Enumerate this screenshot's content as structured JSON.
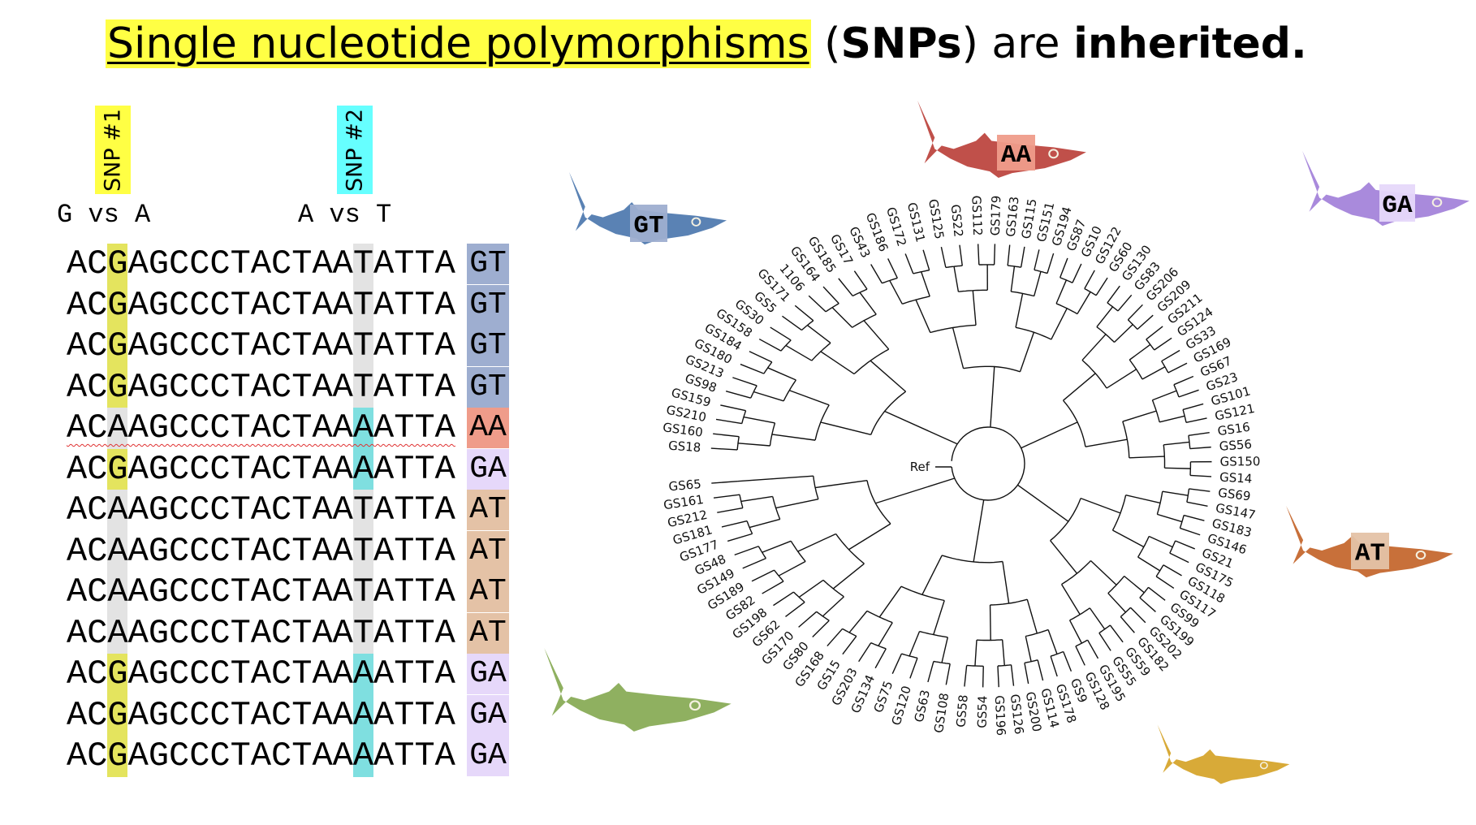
{
  "title": {
    "highlighted": "Single nucleotide polymorphisms",
    "middle_open": " (",
    "snps": "SNPs",
    "middle_close": ") are ",
    "end": "inherited."
  },
  "snp_tags": [
    {
      "label": "SNP #1",
      "color": "#ffff44"
    },
    {
      "label": "SNP #2",
      "color": "#66ffff"
    }
  ],
  "comparisons": [
    "G vs A",
    "A vs T"
  ],
  "colors": {
    "snp1_G": "#e4e45e",
    "snp_grey": "#e3e3e3",
    "snp2_A": "#7fdfe0",
    "GT": "#9eaed0",
    "AA": "#ef9c8a",
    "GA": "#e6d8fa",
    "AT": "#e4c2a6"
  },
  "sequences": [
    {
      "seq": "ACGAGCCCTACTAATATTA",
      "code": "GT"
    },
    {
      "seq": "ACGAGCCCTACTAATATTA",
      "code": "GT"
    },
    {
      "seq": "ACGAGCCCTACTAATATTA",
      "code": "GT"
    },
    {
      "seq": "ACGAGCCCTACTAATATTA",
      "code": "GT"
    },
    {
      "seq": "ACAAGCCCTACTAAAATTA",
      "code": "AA"
    },
    {
      "seq": "ACGAGCCCTACTAAAATTA",
      "code": "GA"
    },
    {
      "seq": "ACAAGCCCTACTAATATTA",
      "code": "AT"
    },
    {
      "seq": "ACAAGCCCTACTAATATTA",
      "code": "AT"
    },
    {
      "seq": "ACAAGCCCTACTAATATTA",
      "code": "AT"
    },
    {
      "seq": "ACAAGCCCTACTAATATTA",
      "code": "AT"
    },
    {
      "seq": "ACGAGCCCTACTAAAATTA",
      "code": "GA"
    },
    {
      "seq": "ACGAGCCCTACTAAAATTA",
      "code": "GA"
    },
    {
      "seq": "ACGAGCCCTACTAAAATTA",
      "code": "GA"
    }
  ],
  "sharks": [
    {
      "name": "blue",
      "label": "GT",
      "color": "#5a82b4"
    },
    {
      "name": "red",
      "label": "AA",
      "color": "#c0504a"
    },
    {
      "name": "purple",
      "label": "GA",
      "color": "#a98adc"
    },
    {
      "name": "orange",
      "label": "AT",
      "color": "#c8703a"
    },
    {
      "name": "green",
      "label": "",
      "color": "#8fb060"
    },
    {
      "name": "yellow",
      "label": "",
      "color": "#d8aa38"
    }
  ],
  "tree": {
    "root_label": "Ref",
    "leaves": [
      "GS18",
      "GS160",
      "GS210",
      "GS159",
      "GS98",
      "GS213",
      "GS180",
      "GS184",
      "GS158",
      "GS30",
      "GS5",
      "GS171",
      "1106",
      "GS164",
      "GS185",
      "GS17",
      "GS43",
      "GS186",
      "GS172",
      "GS131",
      "GS125",
      "GS22",
      "GS112",
      "GS179",
      "GS163",
      "GS115",
      "GS151",
      "GS194",
      "GS87",
      "GS10",
      "GS122",
      "GS60",
      "GS130",
      "GS83",
      "GS206",
      "GS209",
      "GS211",
      "GS124",
      "GS33",
      "GS169",
      "GS67",
      "GS23",
      "GS101",
      "GS121",
      "GS16",
      "GS56",
      "GS150",
      "GS14",
      "GS69",
      "GS147",
      "GS183",
      "GS146",
      "GS21",
      "GS175",
      "GS118",
      "GS117",
      "GS99",
      "GS199",
      "GS202",
      "GS182",
      "GS59",
      "GS55",
      "GS195",
      "GS128",
      "GS9",
      "GS178",
      "GS114",
      "GS200",
      "GS126",
      "GS196",
      "GS54",
      "GS58",
      "GS108",
      "GS63",
      "GS120",
      "GS75",
      "GS134",
      "GS203",
      "GS15",
      "GS168",
      "GS80",
      "GS170",
      "GS62",
      "GS198",
      "GS82",
      "GS189",
      "GS149",
      "GS48",
      "GS177",
      "GS181",
      "GS212",
      "GS161",
      "GS65"
    ]
  }
}
